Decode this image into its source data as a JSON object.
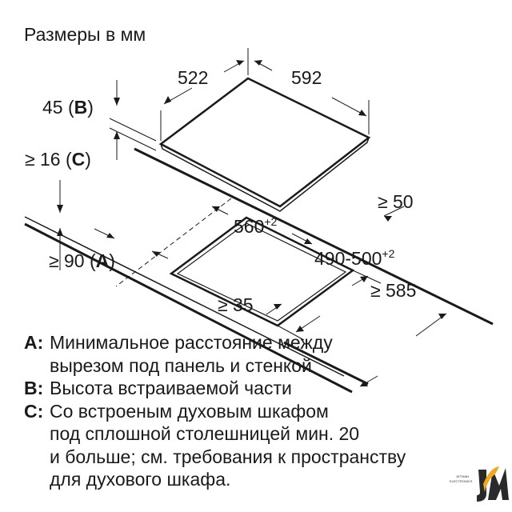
{
  "title": "Размеры в мм",
  "dimensions": {
    "d522": "522",
    "d592": "592",
    "d45": "45 (",
    "d45_key": "B",
    "close": ")",
    "d16": "≥ 16 (",
    "d16_key": "C",
    "d50": "≥ 50",
    "d560": "560",
    "d560_tol": "+2",
    "d490": "490-500",
    "d490_tol": "+2",
    "d90": "≥ 90 (",
    "d90_key": "A",
    "d585": "≥ 585",
    "d35": "≥ 35"
  },
  "legend": [
    {
      "key": "A",
      "lines": [
        "Минимальное расстояние между",
        "вырезом под панель и стенкой"
      ]
    },
    {
      "key": "B",
      "lines": [
        "Высота встраиваемой части"
      ]
    },
    {
      "key": "C",
      "lines": [
        "Со встроеным духовым шкафом",
        "под сплошной столешницей мин. 20",
        "и больше; см. требования к пространству",
        "для духового шкафа."
      ]
    }
  ],
  "logo": {
    "text1": "JETMAN",
    "text2": "ELECTRONICS",
    "colors": {
      "dark": "#2a2a2a",
      "accent": "#f2a81d"
    }
  }
}
